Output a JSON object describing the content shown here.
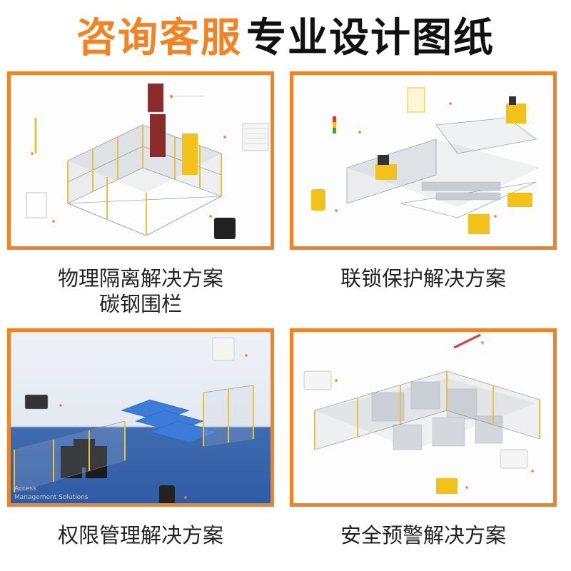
{
  "banner": {
    "highlight": "咨询客服",
    "rest": "专业设计图纸"
  },
  "panels": [
    {
      "caption_line1": "物理隔离解决方案",
      "caption_line2": "碳钢围栏"
    },
    {
      "caption_line1": "联锁保护解决方案",
      "caption_line2": ""
    },
    {
      "caption_line1": "权限管理解决方案",
      "caption_line2": "",
      "watermark_line1": "Access",
      "watermark_line2": "Management Solutions"
    },
    {
      "caption_line1": "安全预警解决方案",
      "caption_line2": ""
    }
  ],
  "colors": {
    "accent": "#f58220",
    "frame": "#f58220",
    "post": "#e8c23a",
    "mesh": "#7d8590",
    "floor_blue": "#2f5ca6"
  }
}
